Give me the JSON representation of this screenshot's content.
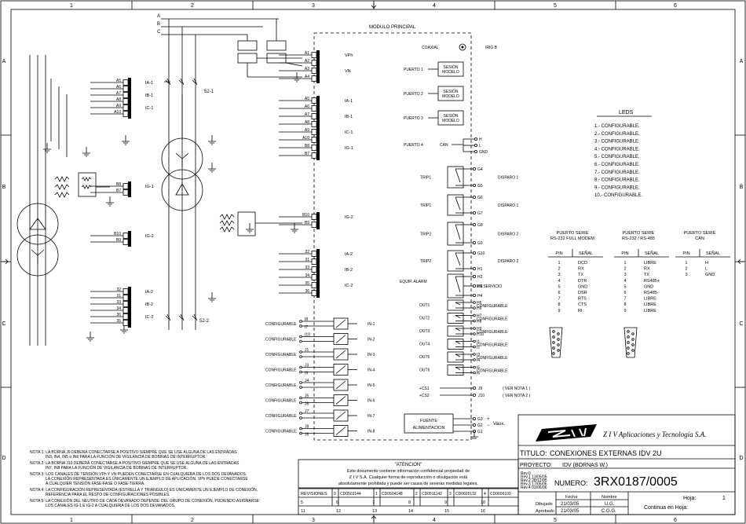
{
  "border": {
    "columns": [
      "1",
      "2",
      "3",
      "4",
      "5",
      "6"
    ],
    "rows": [
      "A",
      "B",
      "C",
      "D"
    ]
  },
  "phases": [
    "A",
    "B",
    "C"
  ],
  "module_title": "MODULO PRINCIPAL",
  "coaxial": {
    "label": "COAXIAL",
    "irig": "IRIG B"
  },
  "voltage": {
    "top": [
      {
        "pin": "A1",
        "sig": "VPh"
      },
      {
        "pin": "A2",
        "sig": ""
      },
      {
        "pin": "A3",
        "sig": "VN"
      },
      {
        "pin": "A4",
        "sig": ""
      }
    ],
    "mid": [
      {
        "pin": "32",
        "sig": "IA-2"
      },
      {
        "pin": "31",
        "sig": ""
      },
      {
        "pin": "33",
        "sig": "IB-2"
      },
      {
        "pin": "34",
        "sig": ""
      },
      {
        "pin": "35",
        "sig": "IC-2"
      },
      {
        "pin": "36",
        "sig": ""
      }
    ]
  },
  "current_inputs": {
    "group1": [
      {
        "pin": "A5",
        "label": "IA-1"
      },
      {
        "pin": "A6",
        "label": ""
      },
      {
        "pin": "A7",
        "label": "IB-1"
      },
      {
        "pin": "A8",
        "label": ""
      },
      {
        "pin": "A9",
        "label": "IC-1"
      },
      {
        "pin": "A10",
        "label": ""
      },
      {
        "pin": "B8",
        "label": "IG-1"
      },
      {
        "pin": "B7",
        "label": ""
      }
    ],
    "group2": [
      {
        "pin": "B10",
        "label": "IG-2"
      },
      {
        "pin": "B9",
        "label": ""
      }
    ],
    "left_group1": [
      {
        "pin": "A5",
        "label": "IA-1"
      },
      {
        "pin": "A6",
        "label": ""
      },
      {
        "pin": "A7",
        "label": "IB-1"
      },
      {
        "pin": "A8",
        "label": ""
      },
      {
        "pin": "A9",
        "label": "IC-1"
      },
      {
        "pin": "A10",
        "label": ""
      }
    ],
    "left_ig1": [
      {
        "pin": "B8",
        "label": "IG-1"
      },
      {
        "pin": "B7",
        "label": ""
      }
    ],
    "left_ig2": [
      {
        "pin": "B10",
        "label": "IG-2"
      },
      {
        "pin": "B9",
        "label": ""
      }
    ],
    "left_group2": [
      {
        "pin": "32",
        "label": "IA-2"
      },
      {
        "pin": "31",
        "label": ""
      },
      {
        "pin": "33",
        "label": "IB-2"
      },
      {
        "pin": "34",
        "label": ""
      },
      {
        "pin": "36",
        "label": "IC-2"
      },
      {
        "pin": "35",
        "label": ""
      }
    ]
  },
  "breakers": {
    "s1": "52-1",
    "s2": "52-2"
  },
  "ports": [
    {
      "name": "PUERTO 1",
      "box": "SESIÓN MODELO"
    },
    {
      "name": "PUERTO 2",
      "box": "SESIÓN MODELO"
    },
    {
      "name": "PUERTO 3",
      "box": "SESIÓN MODELO"
    }
  ],
  "port4": {
    "name": "PUERTO 4",
    "type": "CAN",
    "pins": [
      "H",
      "L",
      "GND"
    ]
  },
  "trips": [
    {
      "name": "TRIP1",
      "pins": [
        "G4",
        "G5"
      ],
      "action": "DISPARO 1"
    },
    {
      "name": "TRIP1",
      "pins": [
        "G6",
        "G7"
      ],
      "action": "DISPARO 1"
    },
    {
      "name": "TRIP2",
      "pins": [
        "G8",
        "G9"
      ],
      "action": "DISPARO 2"
    },
    {
      "name": "TRIP2",
      "pins": [
        "G10",
        "H1"
      ],
      "action": "DISPARO 2"
    }
  ],
  "alarm": {
    "name": "EQUIP. ALARM",
    "pins": [
      "H2",
      "H3",
      "H4"
    ],
    "label": "EN SERVICIO"
  },
  "outputs": [
    {
      "name": "OUT1",
      "pins": [
        "H5",
        "H6"
      ],
      "label": "CONFIGURABLE"
    },
    {
      "name": "OUT2",
      "pins": [
        "H7",
        "H8"
      ],
      "label": "CONFIGURABLE"
    },
    {
      "name": "OUT3",
      "pins": [
        "H9",
        "H10"
      ],
      "label": "CONFIGURABLE"
    },
    {
      "name": "OUT4",
      "pins": [
        "I1",
        "I2"
      ],
      "label": "CONFIGURABLE"
    },
    {
      "name": "OUT5",
      "pins": [
        "I3",
        "I4"
      ],
      "label": "CONFIGURABLE"
    },
    {
      "name": "OUT6",
      "pins": [
        "I5",
        "I6"
      ],
      "label": "CONFIGURABLE"
    }
  ],
  "cs": [
    {
      "name": "+CS1",
      "pin": "J9",
      "note": "( VER NOTA 1 )"
    },
    {
      "name": "+CS2",
      "pin": "J10",
      "note": "( VER NOTA 2 )"
    }
  ],
  "digital_inputs": [
    {
      "label": "CONFIGURABLE",
      "pins": [
        "I8",
        "I7"
      ],
      "name": "IN-1"
    },
    {
      "label": "CONFIGURABLE",
      "pins": [
        "I10",
        ""
      ],
      "name": "IN-2"
    },
    {
      "label": "CONFIGURABLE",
      "pins": [
        "J1",
        ""
      ],
      "name": "IN-3"
    },
    {
      "label": "CONFIGURABLE",
      "pins": [
        "J3",
        "I9"
      ],
      "name": "IN-4"
    },
    {
      "label": "CONFIGURABLE",
      "pins": [
        "J4",
        ""
      ],
      "name": "IN-5"
    },
    {
      "label": "CONFIGURABLE",
      "pins": [
        "J5",
        "J6"
      ],
      "name": "IN-6"
    },
    {
      "label": "CONFIGURABLE",
      "pins": [
        "J7",
        ""
      ],
      "name": "IN-7"
    },
    {
      "label": "CONFIGURABLE",
      "pins": [
        "J8",
        "J6"
      ],
      "name": "IN-8"
    }
  ],
  "power": {
    "line1": "FUENTE",
    "line2": "ALIMENTACION",
    "pins": [
      "G3",
      "G2",
      "G1"
    ],
    "signs": [
      "+",
      "−"
    ],
    "label": "Vaux."
  },
  "leds": {
    "title": "LEDS",
    "items": [
      "1.- CONFIGURABLE.",
      "2.- CONFIGURABLE.",
      "3.- CONFIGURABLE.",
      "4.- CONFIGURABLE.",
      "5.- CONFIGURABLE.",
      "6.- CONFIGURABLE.",
      "7.- CONFIGURABLE.",
      "8.- CONFIGURABLE.",
      "9.- CONFIGURABLE.",
      "10.- CONFIGURABLE."
    ]
  },
  "serial": {
    "t1": {
      "line1": "PUERTO SERIE",
      "line2": "RS-232 FULL MODEM"
    },
    "t2": {
      "line1": "PUERTO SERIE",
      "line2": "RS-232 / RS-485"
    },
    "t3": {
      "line1": "PUERTO SERIE",
      "line2": "CAN"
    },
    "hdr": {
      "pin": "PIN",
      "sig": "SEÑAL"
    },
    "rows1": [
      [
        "1",
        "DCD"
      ],
      [
        "2",
        "RX"
      ],
      [
        "3",
        "TX"
      ],
      [
        "4",
        "DTR"
      ],
      [
        "5",
        "GND"
      ],
      [
        "6",
        "DSR"
      ],
      [
        "7",
        "RTS"
      ],
      [
        "8",
        "CTS"
      ],
      [
        "9",
        "RI"
      ]
    ],
    "rows2": [
      [
        "1",
        "LIBRE"
      ],
      [
        "2",
        "RX"
      ],
      [
        "3",
        "TX"
      ],
      [
        "4",
        "RS485+"
      ],
      [
        "5",
        "GND"
      ],
      [
        "6",
        "RS485-"
      ],
      [
        "7",
        "LIBRE"
      ],
      [
        "8",
        "LIBRE"
      ],
      [
        "9",
        "LIBRE"
      ]
    ],
    "rows3": [
      [
        "1",
        "H"
      ],
      [
        "2",
        "L"
      ],
      [
        "3",
        "GND"
      ]
    ]
  },
  "notes": [
    "NOTA 1: LA BORNA J9 DEBERÁ CONECTARSE A POSITIVO SIEMPRE QUE SE USE ALGUNA DE LAS ENTRADAS",
    "IN3, IN4, IN5 o IN6 PARA LA FUNCIÓN DE VIGILANCIA DE BOBINAS DE INTERRUPTOR.",
    "NOTA 2: LA BORNA J10 DEBERÁ CONECTARSE A POSITIVO SIEMPRE QUE SE USE ALGUNA DE LAS ENTRADAS",
    "IN7, IN8 PARA LA FUNCIÓN DE VIGILANCIA DE BOBINAS DE INTERRUPTOR.",
    "NOTA 3: LOS CANALES DE TENSIÓN VPh Y VN PUEDEN CONECTARSE EN CUALQUIERA DE LOS DOS DEVANADOS.",
    "LA CONEXIÓN REPRESENTADA ES ÚNICAMENTE UN EJEMPLO DE APLICACIÓN. VPh PUEDE CONECTARSE",
    "A CUALQUIER TENSIÓN FASE-FASE Ó FASE-TIERRA.",
    "NOTA 4: LA CONFIGURACIÓN REPRESENTADA (ESTRELLA Y TRIANGULO) ES ÚNICAMENTE UN EJEMPLO DE CONEXIÓN,",
    "REFERENCIA PARA EL RESTO DE CONFIGURACIONES POSIBLES.",
    "NOTA 5: LA CONEXIÓN DEL NEUTRO DE CADA DEVANADO DEPENDE DEL GRUPO DE CONEXIÓN, PUDIENDO ASIGNARSE",
    "LOS CANALES IG-1 E IG-2 A CUALQUIERA DE LOS DOS DEVANADOS."
  ],
  "attention": {
    "title": "\"ATENCION\"",
    "l1": "Este documento contiene información confidencial propiedad de",
    "l2": "Z I V S.A. Cualquier forma de reproducción o divulgación está",
    "l3": "absolutamente prohibida y puede ser causa de severas medidas legales."
  },
  "revs": [
    "Rev.0",
    "Rev.1 13/05/05",
    "Rev.2 28/12/05",
    "Rev.3 17/05/06",
    "Rev.4 03/06/06"
  ],
  "revisions": {
    "label": "REVISIONES",
    "cells": [
      "0",
      "CD0503144",
      "1",
      "CD0504148",
      "2",
      "CD0511142",
      "3",
      "CD0605132",
      "4",
      "CD0606100"
    ],
    "row2": [
      "5",
      "6",
      "7",
      "8",
      "9",
      "10",
      "11",
      "12",
      "13",
      "14",
      "15",
      "16"
    ]
  },
  "title_block": {
    "company": "Z I V Aplicaciones y Tecnología S.A.",
    "titulo_label": "TITULO:",
    "titulo": "CONEXIONES EXTERNAS IDV 2U",
    "proyecto_label": "PROYECTO:",
    "proyecto": "IDV (BORNAS W.)",
    "numero_label": "NUMERO:",
    "numero": "3RX0187/0005",
    "fecha_label": "Fecha",
    "nombre_label": "Nombre",
    "dibujado_label": "Dibujado",
    "dibujado_fecha": "21/03/05",
    "dibujado_nombre": "U.G.",
    "aprobado_label": "Aprobado",
    "aprobado_fecha": "21/03/05",
    "aprobado_nombre": "C.G.G.",
    "hoja_label": "Hoja:",
    "hoja": "1",
    "continua_label": "Continua en Hoja:"
  }
}
